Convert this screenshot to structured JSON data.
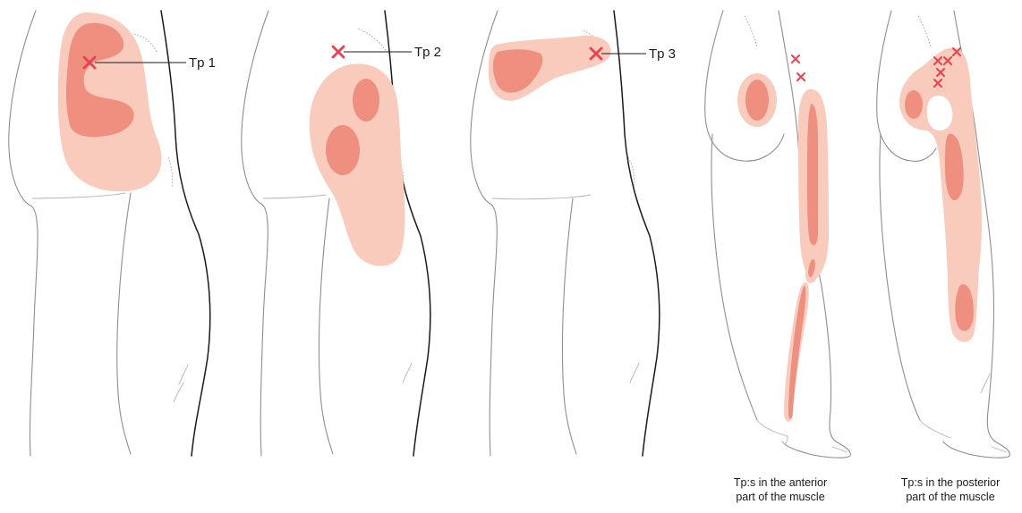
{
  "colors": {
    "referral_light": "#f9cbbd",
    "referral_dark": "#ee8f80",
    "trigger_point": "#e8414f",
    "outline": "#8e8e8e",
    "back_edge": "#1a1a1a"
  },
  "panels": [
    {
      "id": "panel-1",
      "tp_label": "Tp 1"
    },
    {
      "id": "panel-2",
      "tp_label": "Tp 2"
    },
    {
      "id": "panel-3",
      "tp_label": "Tp 3"
    },
    {
      "id": "panel-4",
      "caption_line1": "Tp:s in the anterior",
      "caption_line2": "part of the muscle"
    },
    {
      "id": "panel-5",
      "caption_line1": "Tp:s in the posterior",
      "caption_line2": "part of the muscle"
    }
  ]
}
